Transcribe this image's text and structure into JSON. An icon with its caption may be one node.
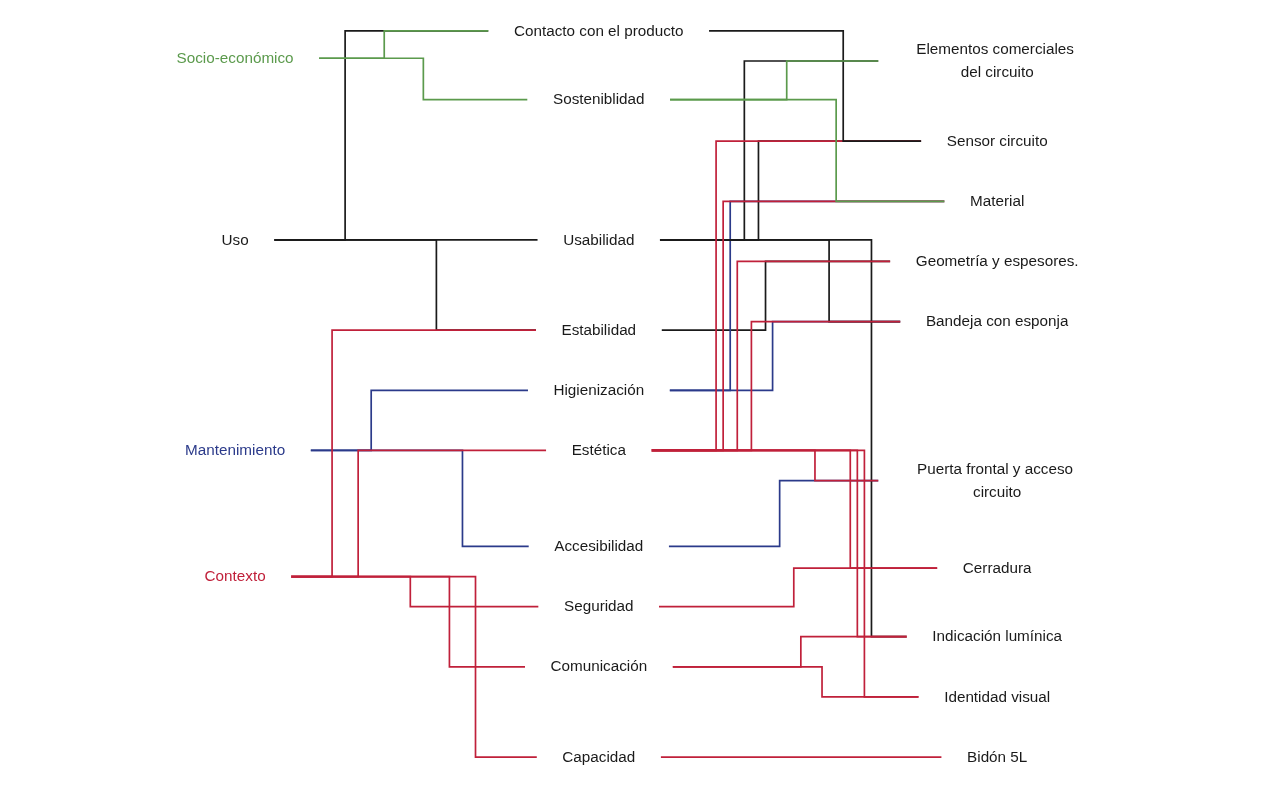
{
  "diagram": {
    "nodes": [
      {
        "text": [
          "Uso"
        ]
      },
      {
        "text": [
          "Mantenimiento"
        ]
      },
      {
        "text": [
          "Contexto"
        ]
      },
      {
        "text": [
          "Socio-económico"
        ]
      },
      {
        "text": [
          "Seguridad"
        ]
      },
      {
        "text": [
          "Estabilidad"
        ]
      },
      {
        "text": [
          "Accesibilidad"
        ]
      },
      {
        "text": [
          "Higienización"
        ]
      },
      {
        "text": [
          "Usabilidad"
        ]
      },
      {
        "text": [
          "Estética"
        ]
      },
      {
        "text": [
          "Comunicación"
        ]
      },
      {
        "text": [
          "Capacidad"
        ]
      },
      {
        "text": [
          "Contacto con el producto"
        ]
      },
      {
        "text": [
          "Sosteniblidad"
        ]
      },
      {
        "text": [
          "Cerradura"
        ]
      },
      {
        "text": [
          "Geometría y espesores."
        ]
      },
      {
        "text": [
          "Puerta frontal y acceso circuito"
        ]
      },
      {
        "text": [
          "Material"
        ]
      },
      {
        "text": [
          "Bandeja con esponja"
        ]
      },
      {
        "text": [
          "Indicación lumínica"
        ]
      },
      {
        "text": [
          "Sensor circuito"
        ]
      },
      {
        "text": [
          "Identidad visual"
        ]
      },
      {
        "text": [
          "Bidón 5L"
        ]
      },
      {
        "text": [
          "Elementos comerciales del circuito"
        ]
      }
    ],
    "edges": [
      {
        "from": 0,
        "to": 5,
        "arrow": "none",
        "color": "#1a1a1a"
      },
      {
        "from": 0,
        "to": 8,
        "arrow": "none",
        "color": "#1a1a1a"
      },
      {
        "from": 0,
        "to": 12,
        "arrow": "none",
        "color": "#1a1a1a"
      },
      {
        "from": 1,
        "to": 6,
        "arrow": "none",
        "color": "#2b3a8a"
      },
      {
        "from": 1,
        "to": 7,
        "arrow": "none",
        "color": "#2b3a8a"
      },
      {
        "from": 2,
        "to": 4,
        "arrow": "none"
      },
      {
        "from": 2,
        "to": 5,
        "arrow": "none"
      },
      {
        "from": 2,
        "to": 9,
        "arrow": "none"
      },
      {
        "from": 2,
        "to": 10,
        "arrow": "none"
      },
      {
        "from": 2,
        "to": 11,
        "arrow": "none"
      },
      {
        "from": 3,
        "to": 12,
        "arrow": "none",
        "color": "#5b9a4c"
      },
      {
        "from": 3,
        "to": 13,
        "arrow": "none",
        "color": "#5b9a4c"
      },
      {
        "from": 4,
        "to": 14,
        "arrow": "none"
      },
      {
        "from": 5,
        "to": 15,
        "arrow": "none",
        "color": "#1a1a1a"
      },
      {
        "from": 6,
        "to": 16,
        "arrow": "none",
        "color": "#2b3a8a"
      },
      {
        "from": 7,
        "to": 17,
        "arrow": "none",
        "color": "#2b3a8a"
      },
      {
        "from": 7,
        "to": 18,
        "arrow": "none",
        "color": "#2b3a8a"
      },
      {
        "from": 8,
        "to": 23,
        "arrow": "none",
        "color": "#1a1a1a"
      },
      {
        "from": 8,
        "to": 20,
        "arrow": "none",
        "color": "#1a1a1a"
      },
      {
        "from": 8,
        "to": 18,
        "arrow": "none",
        "color": "#1a1a1a"
      },
      {
        "from": 8,
        "to": 19,
        "arrow": "none",
        "color": "#1a1a1a"
      },
      {
        "from": 9,
        "to": 14,
        "arrow": "none"
      },
      {
        "from": 9,
        "to": 15,
        "arrow": "none"
      },
      {
        "from": 9,
        "to": 16,
        "arrow": "none"
      },
      {
        "from": 9,
        "to": 17,
        "arrow": "none"
      },
      {
        "from": 9,
        "to": 18,
        "arrow": "none"
      },
      {
        "from": 9,
        "to": 19,
        "arrow": "none"
      },
      {
        "from": 9,
        "to": 20,
        "arrow": "none"
      },
      {
        "from": 9,
        "to": 21,
        "arrow": "none"
      },
      {
        "from": 10,
        "to": 19,
        "arrow": "none"
      },
      {
        "from": 10,
        "to": 21,
        "arrow": "none"
      },
      {
        "from": 11,
        "to": 22,
        "arrow": "none"
      },
      {
        "from": 12,
        "to": 20,
        "arrow": "none",
        "color": "#1a1a1a"
      },
      {
        "from": 13,
        "to": 23,
        "arrow": "none",
        "color": "#5b9a4c"
      },
      {
        "from": 13,
        "to": 17,
        "arrow": "none",
        "color": "#5b9a4c"
      }
    ]
  }
}
